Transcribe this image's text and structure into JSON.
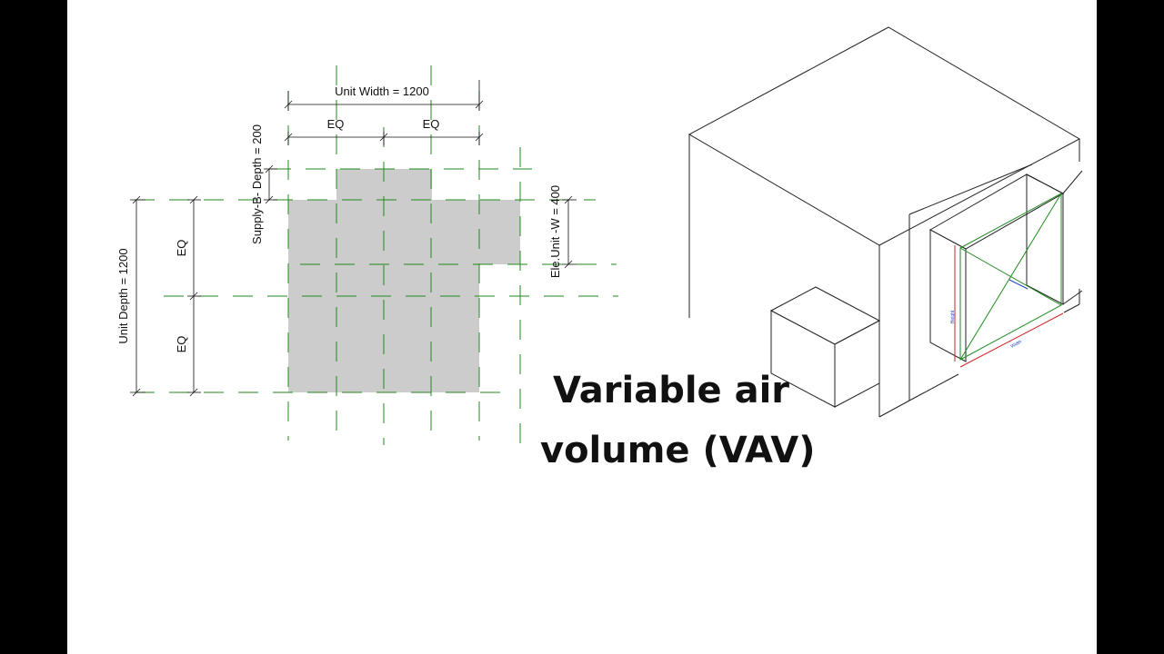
{
  "plan": {
    "unit_width_label": "Unit Width = 1200",
    "eq_label": "EQ",
    "supply_depth_label": "Supply-B- Depth = 200",
    "unit_depth_label": "Unit Depth = 1200",
    "ele_unit_label": "Ele.Unit -W = 400"
  },
  "iso": {
    "height_label": "Height",
    "width_label": "Width"
  },
  "title": {
    "line1": "Variable air",
    "line2": "volume (VAV)"
  },
  "colors": {
    "reference_plane": "#1f8a1f",
    "body_fill": "#cccccc",
    "dimension": "#111111",
    "dimension_red": "#cc2222",
    "title": "#111111"
  }
}
